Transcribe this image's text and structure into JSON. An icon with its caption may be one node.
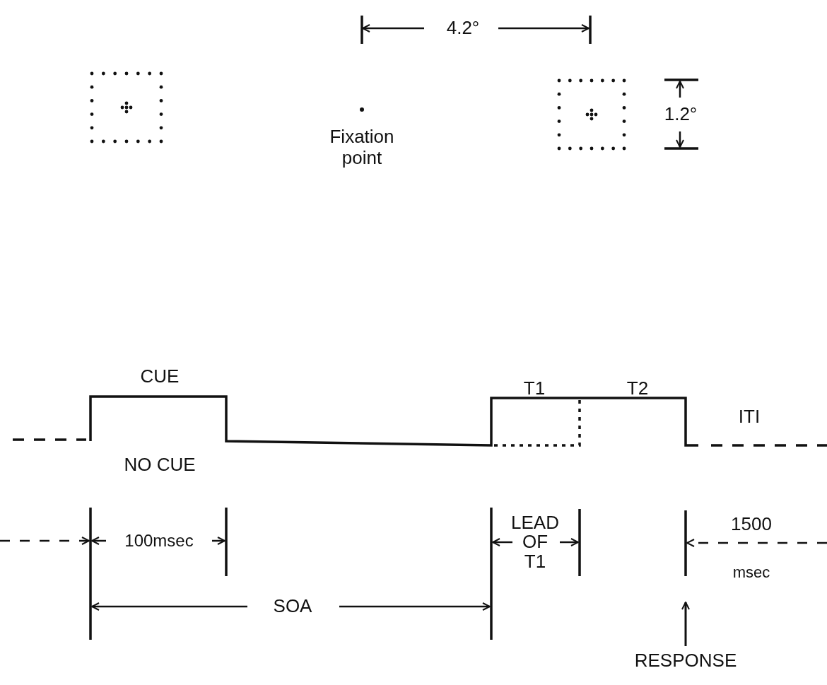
{
  "diagram": {
    "labels": [
      "4.2°",
      "Fixation point",
      "1.2°",
      "CUE",
      "T1",
      "T2",
      "ITI",
      "NO CUE",
      "100msec",
      "LEAD OF T1",
      "1500",
      "msec",
      "SOA",
      "RESPONSE"
    ]
  }
}
